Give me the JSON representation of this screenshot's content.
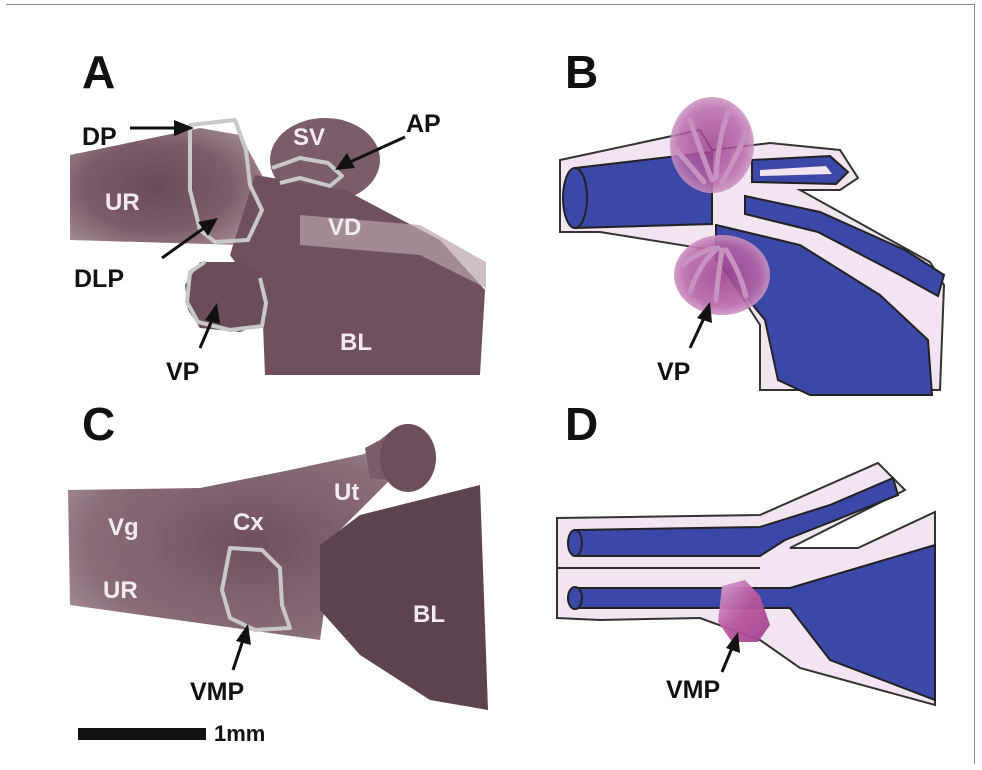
{
  "panels": {
    "a": {
      "letter": "A",
      "labels": {
        "dp": "DP",
        "ap": "AP",
        "sv": "SV",
        "ur": "UR",
        "vd": "VD",
        "dlp": "DLP",
        "vp": "VP",
        "bl": "BL"
      }
    },
    "b": {
      "letter": "B",
      "labels": {
        "vp": "VP"
      }
    },
    "c": {
      "letter": "C",
      "labels": {
        "ut": "Ut",
        "vg": "Vg",
        "cx": "Cx",
        "ur": "UR",
        "bl": "BL",
        "vmp": "VMP"
      }
    },
    "d": {
      "letter": "D",
      "labels": {
        "vmp": "VMP"
      }
    }
  },
  "scale_bar": {
    "label": "1mm"
  },
  "colors": {
    "epithelium_blue": "#3b48a8",
    "mesenchyme_pink": "#f2e4f0",
    "bud_magenta": "#b45aa5",
    "tissue_brown": "#7a5a66",
    "outline_gray": "#c8c8c8"
  }
}
